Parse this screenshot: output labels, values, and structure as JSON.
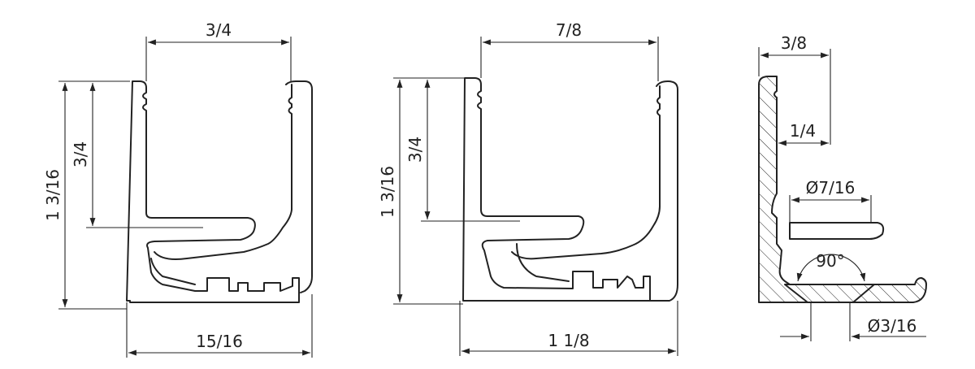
{
  "profiles": {
    "left": {
      "top_width": "3/4",
      "overall_height": "1 3/16",
      "inner_height": "3/4",
      "base_width": "15/16"
    },
    "middle": {
      "top_width": "7/8",
      "overall_height": "1 3/16",
      "inner_height": "3/4",
      "base_width": "1 1/8"
    },
    "right": {
      "top_width": "3/8",
      "offset_width": "1/4",
      "hole_diameter_top": "Ø7/16",
      "countersink_angle": "90°",
      "hole_diameter_bottom": "Ø3/16"
    }
  }
}
